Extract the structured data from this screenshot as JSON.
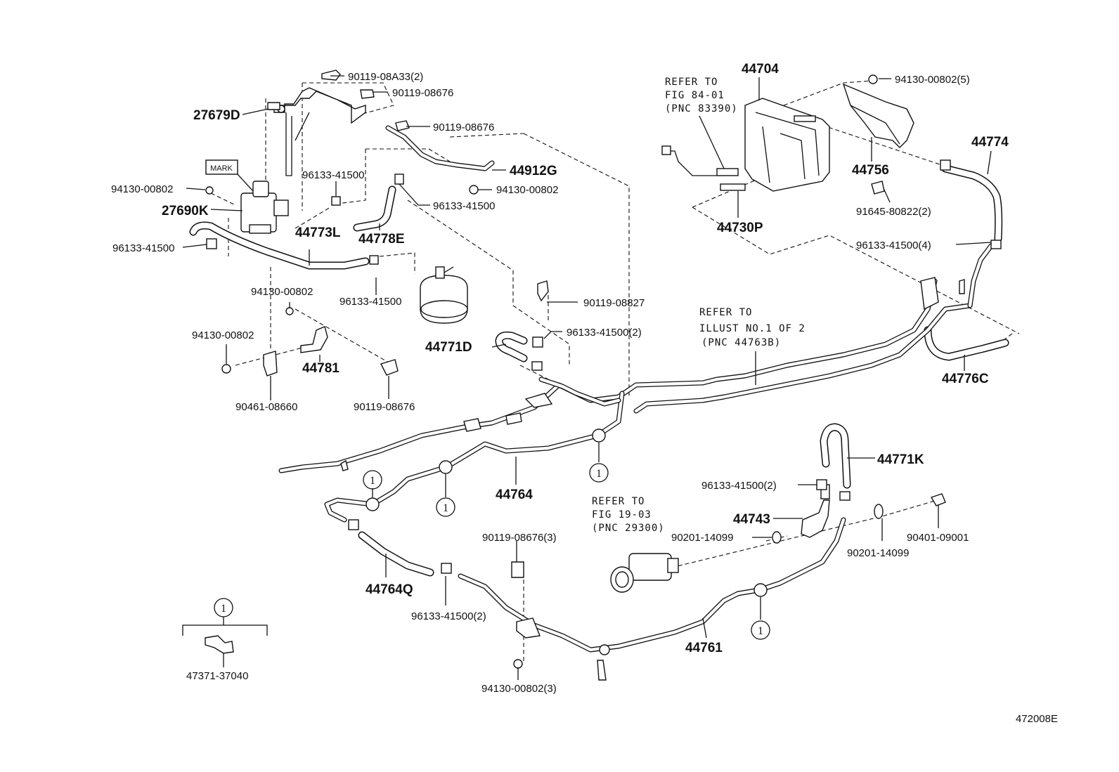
{
  "diagram_code": "472008E",
  "notes": {
    "refer_84": [
      "REFER TO",
      "FIG 84-01",
      "(PNC 83390)"
    ],
    "refer_illust": [
      "REFER TO",
      "ILLUST NO.1 OF 2",
      "(PNC 44763B)"
    ],
    "refer_19": [
      "REFER TO",
      "FIG 19-03",
      "(PNC 29300)"
    ]
  },
  "mark_label": "MARK",
  "circled_symbol": "1",
  "parts": {
    "p27679D": "27679D",
    "p27690K": "27690K",
    "p44773L": "44773L",
    "p44778E": "44778E",
    "p44912G": "44912G",
    "p44781": "44781",
    "p44771D": "44771D",
    "p44704": "44704",
    "p44756": "44756",
    "p44774": "44774",
    "p44730P": "44730P",
    "p44776C": "44776C",
    "p44764": "44764",
    "p44771K": "44771K",
    "p44743": "44743",
    "p44764Q": "44764Q",
    "p44761": "44761",
    "b90119_08A33_2": "90119-08A33(2)",
    "b90119_08676_a": "90119-08676",
    "b90119_08676_b": "90119-08676",
    "b96133_41500_a": "96133-41500",
    "b94130_00802_a": "94130-00802",
    "b94130_00802_b": "94130-00802",
    "b96133_41500_b": "96133-41500",
    "b96133_41500_c": "96133-41500",
    "b96133_41500_d": "96133-41500",
    "b94130_00802_c": "94130-00802",
    "b94130_00802_d": "94130-00802",
    "b90461_08660": "90461-08660",
    "b90119_08676_c": "90119-08676",
    "b90119_08827": "90119-08827",
    "b96133_41500_2a": "96133-41500(2)",
    "b94130_00802_5": "94130-00802(5)",
    "b91645_80822_2": "91645-80822(2)",
    "b96133_41500_4": "96133-41500(4)",
    "b96133_41500_2b": "96133-41500(2)",
    "b90201_14099_a": "90201-14099",
    "b90201_14099_b": "90201-14099",
    "b90401_09001": "90401-09001",
    "b90119_08676_3": "90119-08676(3)",
    "b96133_41500_2c": "96133-41500(2)",
    "b94130_00802_3": "94130-00802(3)",
    "b47371_37040": "47371-37040"
  }
}
